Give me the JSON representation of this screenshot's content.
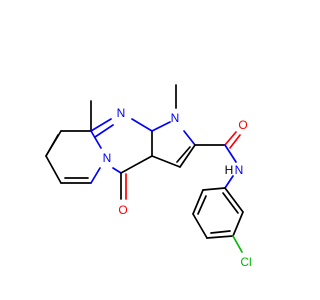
{
  "molecule": {
    "atoms": {
      "n_pyrimidine": "N",
      "n_pyrrole": "N",
      "n_bridge": "N",
      "n_amide": "N",
      "h_amide": "H",
      "o_amide": "O",
      "o_ketone": "O",
      "cl": "Cl"
    },
    "colors": {
      "bond": "#000000",
      "nitrogen": "#0000ff",
      "oxygen": "#ff0000",
      "chlorine": "#00bb00"
    }
  }
}
